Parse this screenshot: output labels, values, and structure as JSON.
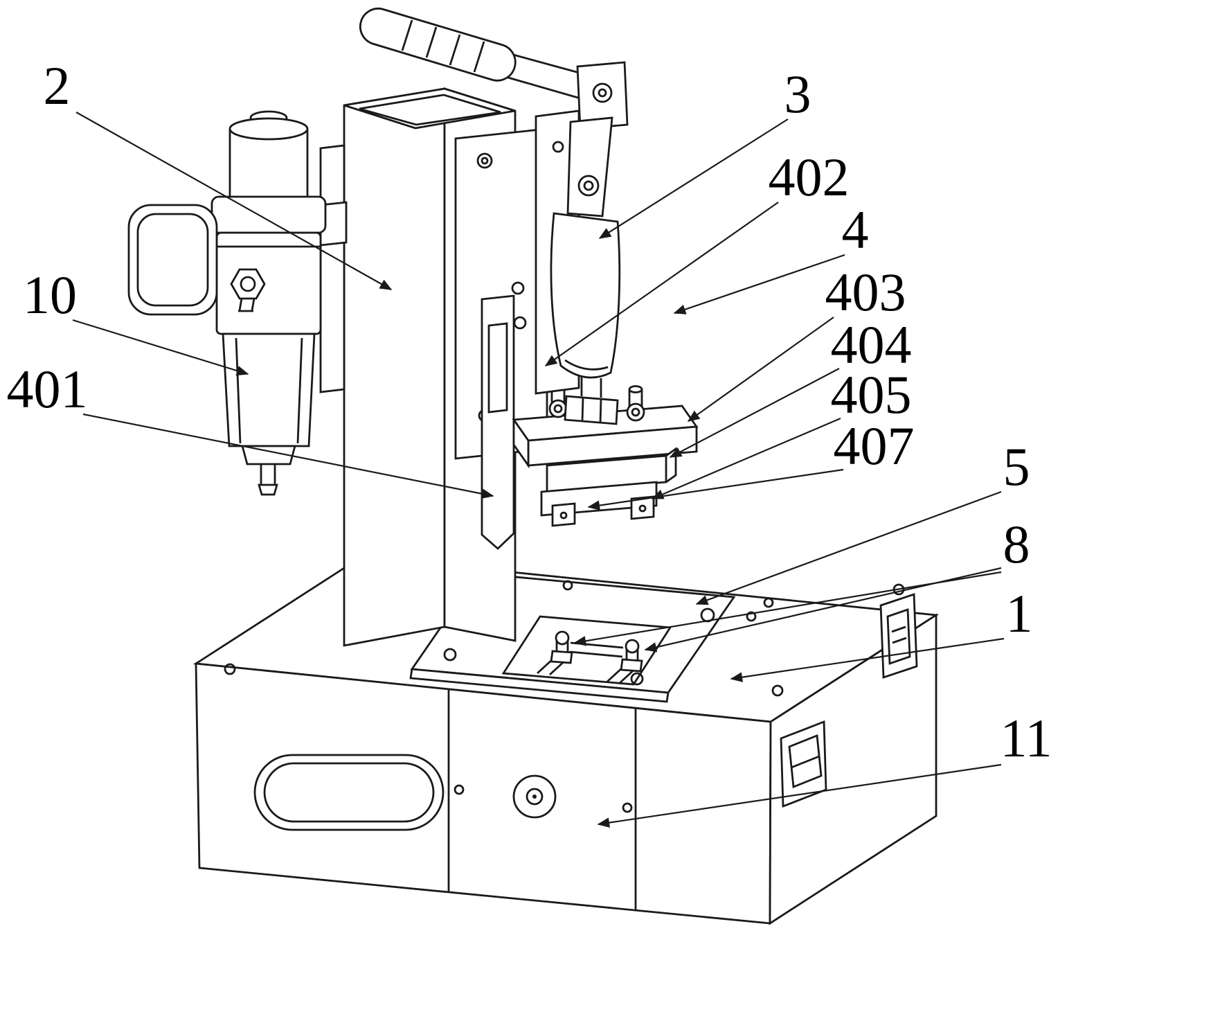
{
  "figure": {
    "background_color": "#ffffff",
    "line_color": "#1a1a1a",
    "label_color": "#000000"
  },
  "labels": [
    {
      "id": "2",
      "text": "2"
    },
    {
      "id": "10",
      "text": "10"
    },
    {
      "id": "401",
      "text": "401"
    },
    {
      "id": "3",
      "text": "3"
    },
    {
      "id": "402",
      "text": "402"
    },
    {
      "id": "4",
      "text": "4"
    },
    {
      "id": "403",
      "text": "403"
    },
    {
      "id": "404",
      "text": "404"
    },
    {
      "id": "405",
      "text": "405"
    },
    {
      "id": "407",
      "text": "407"
    },
    {
      "id": "5",
      "text": "5"
    },
    {
      "id": "8",
      "text": "8"
    },
    {
      "id": "1",
      "text": "1"
    },
    {
      "id": "11",
      "text": "11"
    }
  ]
}
